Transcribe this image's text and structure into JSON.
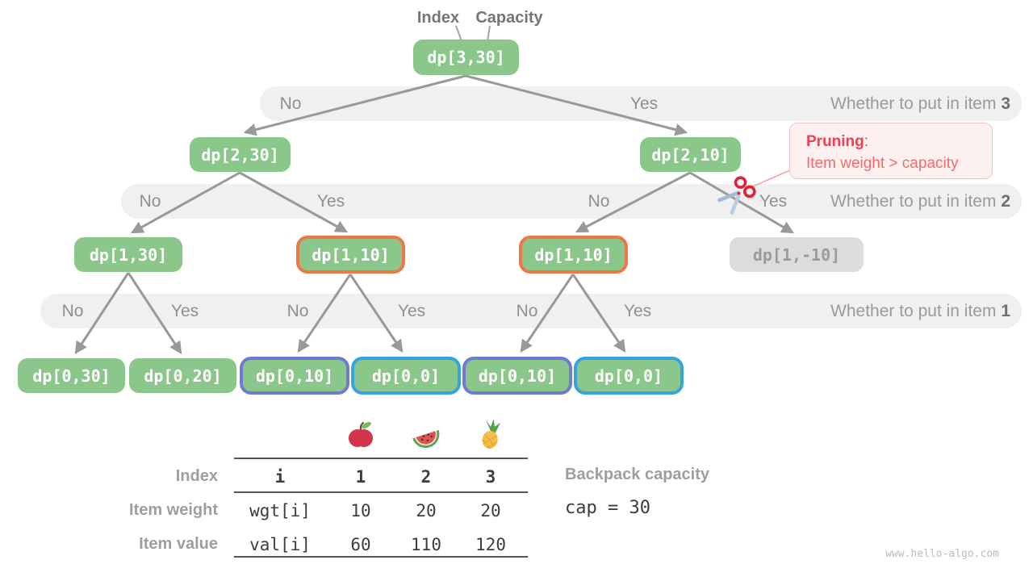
{
  "pointer_labels": {
    "index": "Index",
    "capacity": "Capacity"
  },
  "nodes": [
    {
      "label": "dp[3,30]"
    },
    {
      "label": "dp[2,30]"
    },
    {
      "label": "dp[2,10]"
    },
    {
      "label": "dp[1,30]"
    },
    {
      "label": "dp[1,10]"
    },
    {
      "label": "dp[1,10]"
    },
    {
      "label": "dp[1,-10]"
    },
    {
      "label": "dp[0,30]"
    },
    {
      "label": "dp[0,20]"
    },
    {
      "label": "dp[0,10]"
    },
    {
      "label": "dp[0,0]"
    },
    {
      "label": "dp[0,10]"
    },
    {
      "label": "dp[0,0]"
    }
  ],
  "bands": [
    {
      "question": "Whether to put in item ",
      "item_number": "3",
      "decisions": [
        "No",
        "Yes"
      ]
    },
    {
      "question": "Whether to put in item ",
      "item_number": "2",
      "decisions": [
        "No",
        "Yes",
        "No",
        "Yes"
      ]
    },
    {
      "question": "Whether to put in item ",
      "item_number": "1",
      "decisions": [
        "No",
        "Yes",
        "No",
        "Yes",
        "No",
        "Yes"
      ]
    }
  ],
  "pruning": {
    "title": "Pruning",
    "colon": ":",
    "description": "Item weight > capacity"
  },
  "table": {
    "row_headers": [
      "Index",
      "Item weight",
      "Item value"
    ],
    "fruits": [
      "apple-icon",
      "watermelon-icon",
      "pineapple-icon"
    ],
    "rows": [
      [
        "i",
        "1",
        "2",
        "3"
      ],
      [
        "wgt[i]",
        "10",
        "20",
        "20"
      ],
      [
        "val[i]",
        "60",
        "110",
        "120"
      ]
    ]
  },
  "capacity_info": {
    "label": "Backpack capacity",
    "formula": "cap = 30"
  },
  "watermark": "www.hello-algo.com",
  "colors": {
    "node_green": "#8bc78a",
    "node_gray": "#dcdcdc",
    "border_orange": "#ee7747",
    "border_purple": "#6f7ad0",
    "border_blue": "#35a3e0",
    "band_gray": "#f0f0f0",
    "arrow_gray": "#999999",
    "pruning_red": "#ee4150"
  }
}
